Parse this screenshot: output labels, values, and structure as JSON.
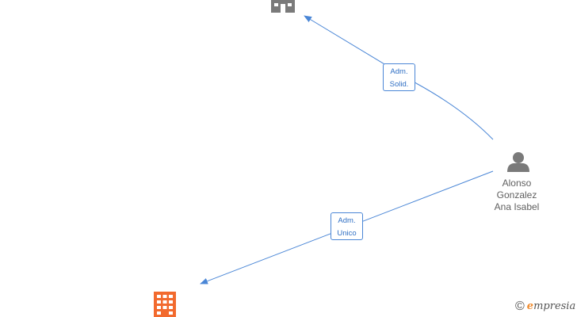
{
  "nodes": {
    "person": {
      "name_lines": [
        "Alonso",
        "Gonzalez",
        "Ana Isabel"
      ],
      "icon": "person-icon",
      "color": "#7a7a7a"
    },
    "company_top": {
      "icon": "building-icon",
      "color": "#7a7a7a"
    },
    "company_bottom": {
      "icon": "building-icon",
      "color": "#f26a2e"
    }
  },
  "edges": [
    {
      "from": "person",
      "to": "company_top",
      "label_lines": [
        "Adm.",
        "Solid."
      ],
      "color": "#4a86d6"
    },
    {
      "from": "person",
      "to": "company_bottom",
      "label_lines": [
        "Adm.",
        "Unico"
      ],
      "color": "#4a86d6"
    }
  ],
  "brand": {
    "copyright": "©",
    "initial": "e",
    "rest": "mpresia"
  }
}
